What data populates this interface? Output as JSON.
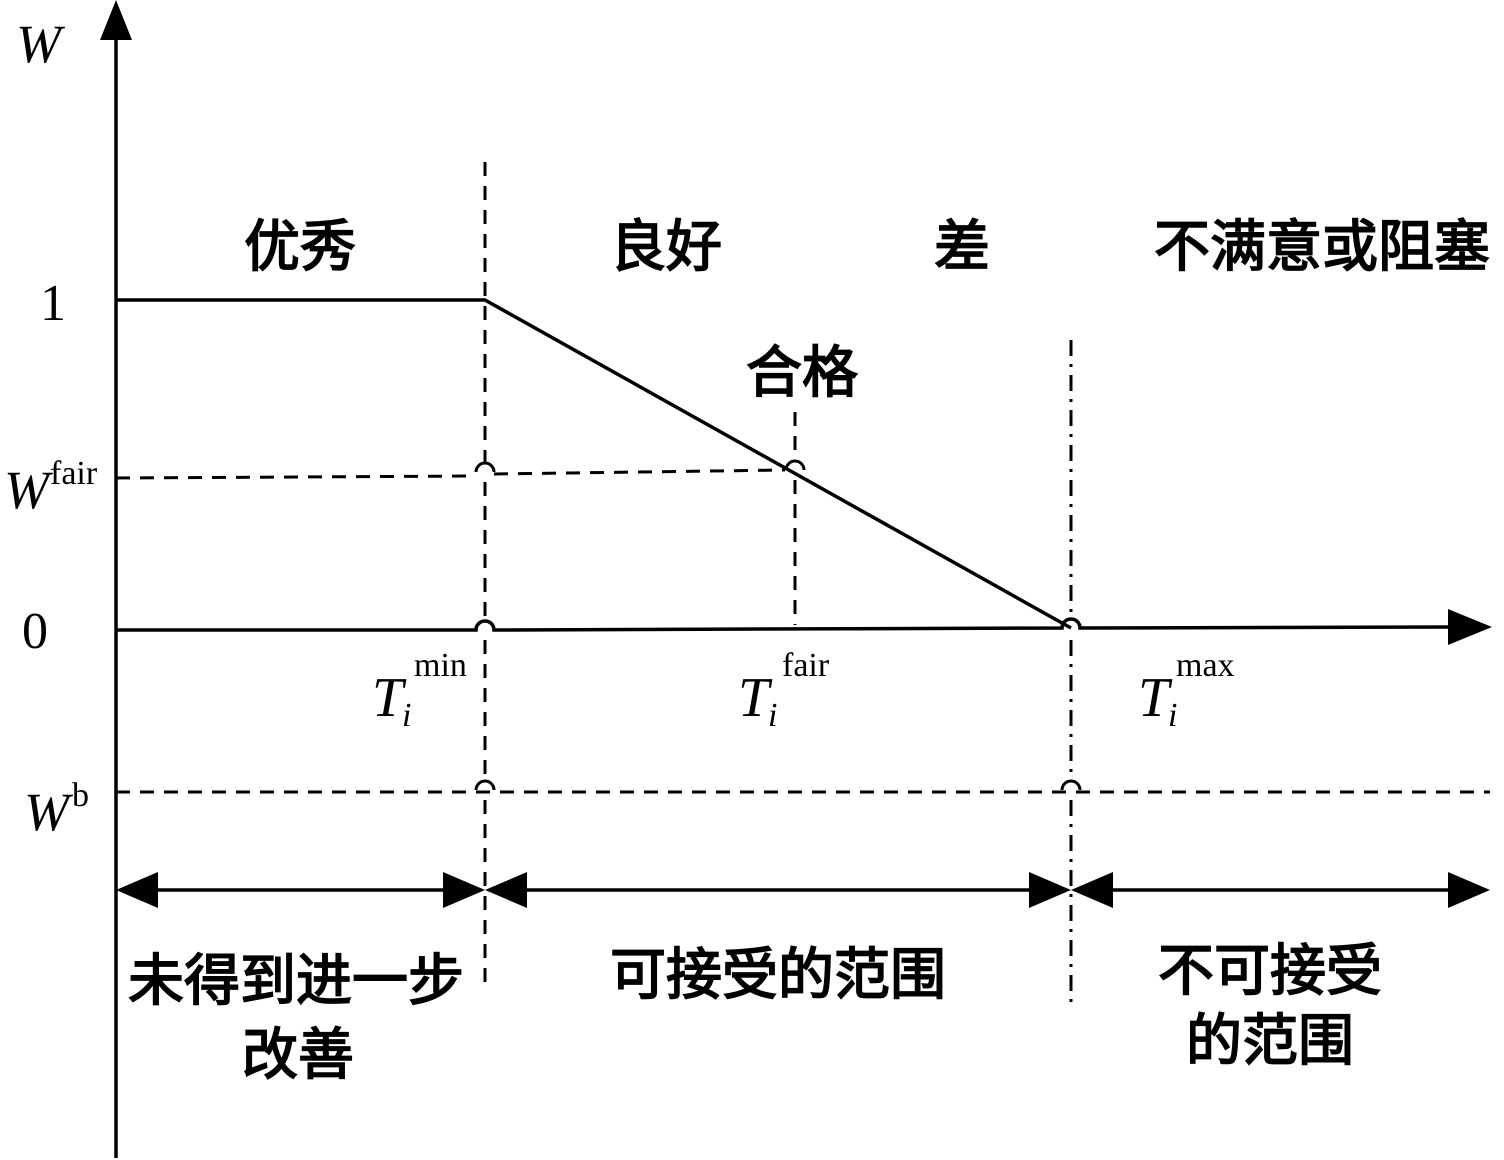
{
  "axes": {
    "y_axis_label": "W",
    "tick_one": "1",
    "tick_zero": "0"
  },
  "y_labels": {
    "w_fair_base": "W",
    "w_fair_sup": "fair",
    "w_b_base": "W",
    "w_b_sup": "b"
  },
  "x_labels": {
    "t_min_base": "T",
    "t_min_sub": "i",
    "t_min_sup": "min",
    "t_fair_base": "T",
    "t_fair_sub": "i",
    "t_fair_sup": "fair",
    "t_max_base": "T",
    "t_max_sub": "i",
    "t_max_sup": "max"
  },
  "zones": {
    "excellent": "优秀",
    "good": "良好",
    "poor": "差",
    "blocked": "不满意或阻塞",
    "qualified": "合格"
  },
  "ranges": {
    "no_improvement_line1": "未得到进一步",
    "no_improvement_line2": "改善",
    "acceptable": "可接受的范围",
    "unacceptable_line1": "不可接受",
    "unacceptable_line2": "的范围"
  }
}
